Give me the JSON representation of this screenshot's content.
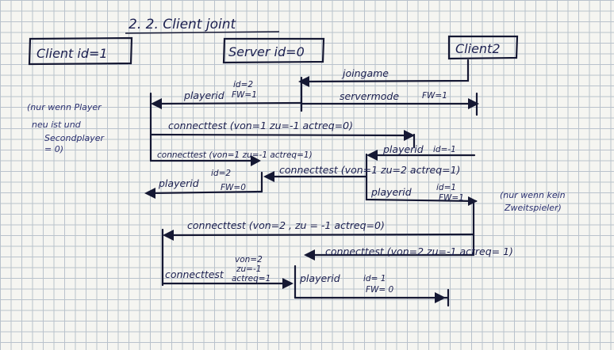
{
  "title": "2.  2. Client joint",
  "actors": {
    "client1": "Client id=1",
    "server": "Server  id=0",
    "client2": "Client2"
  },
  "messages": {
    "joingame": "joingame",
    "servermode": "servermode",
    "servermode_fw": "FW=1",
    "playerid_1": "playerid",
    "playerid_1_id": "id=2",
    "playerid_1_fw": "FW=1",
    "connecttest_1": "connecttest (von=1 zu=-1 actreq=0)",
    "playerid_2": "playerid",
    "playerid_2_id": "id=-1",
    "connecttest_2": "connecttest (von=1 zu=-1 actreq=1)",
    "connecttest_3": "connecttest (von=1 zu=2 actreq=1)",
    "playerid_3": "playerid",
    "playerid_3_id": "id=2",
    "playerid_3_fw": "FW=0",
    "playerid_4": "playerid",
    "playerid_4_id": "id=1",
    "playerid_4_fw": "FW=1",
    "connecttest_4": "connecttest (von=2 , zu = -1 actreq=0)",
    "connecttest_5": "connecttest (von=2 zu=-1  actreq= 1)",
    "connecttest_6": "connecttest",
    "connecttest_6_von": "von=2",
    "connecttest_6_zu": "zu=-1",
    "connecttest_6_act": "actreq=1",
    "playerid_5": "playerid",
    "playerid_5_id": "id= 1",
    "playerid_5_fw": "FW= 0"
  },
  "notes": {
    "left_1": "(nur wenn Player",
    "left_2": "neu ist und",
    "left_3": "Secondplayer",
    "left_4": "= 0)",
    "right_1": "(nur wenn kein",
    "right_2": "Zweitspieler)"
  }
}
